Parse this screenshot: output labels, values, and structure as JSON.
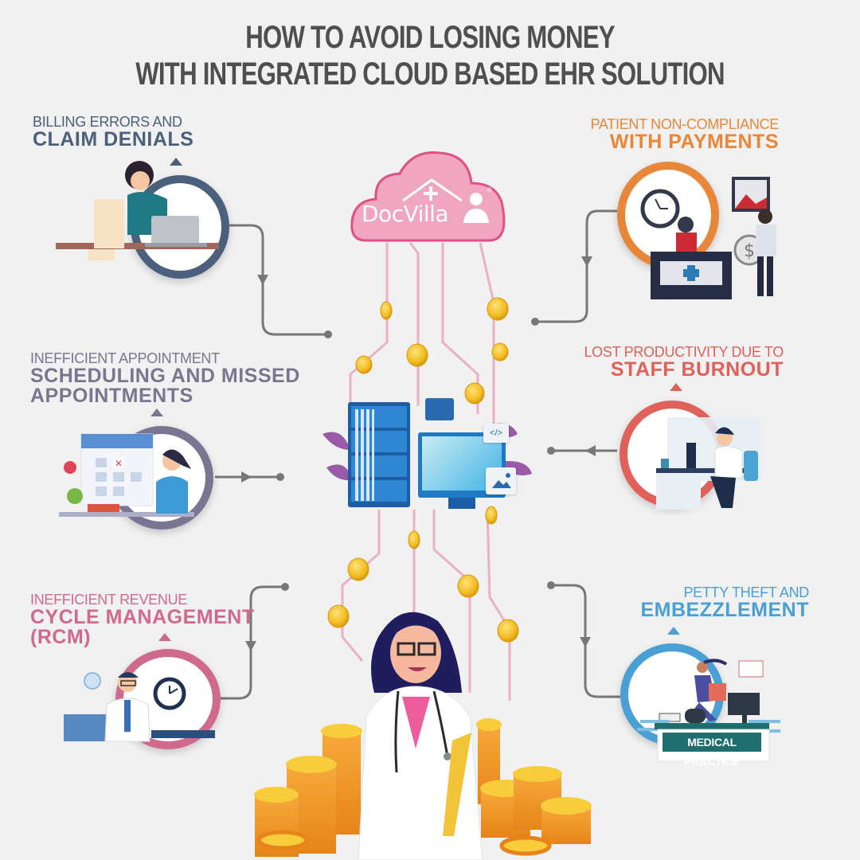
{
  "title": {
    "line1": "HOW TO AVOID LOSING MONEY",
    "line2": "WITH INTEGRATED CLOUD BASED EHR SOLUTION"
  },
  "logo": {
    "brand": "DocVilla",
    "registered": "®"
  },
  "sections": [
    {
      "id": "billing",
      "thin": "BILLING ERRORS AND",
      "bold": "CLAIM DENIALS",
      "color": "#4a607c",
      "icon": "stressed-man-with-bills-icon"
    },
    {
      "id": "payments",
      "thin": "PATIENT NON-COMPLIANCE",
      "bold": "WITH PAYMENTS",
      "color": "#e8873a",
      "icon": "reception-desk-payment-icon"
    },
    {
      "id": "scheduling",
      "thin": "INEFFICIENT APPOINTMENT",
      "bold1": "SCHEDULING AND MISSED",
      "bold2": "APPOINTMENTS",
      "color": "#7a7590",
      "icon": "calendar-scheduling-icon"
    },
    {
      "id": "burnout",
      "thin": "LOST PRODUCTIVITY  DUE TO",
      "bold": "STAFF BURNOUT",
      "color": "#e0605a",
      "icon": "doctor-at-desk-icon"
    },
    {
      "id": "rcm",
      "thin": "INEFFICIENT REVENUE",
      "bold1": "CYCLE MANAGEMENT",
      "bold2": "(RCM)",
      "color": "#cf6a8c",
      "icon": "doctor-with-clock-icon"
    },
    {
      "id": "theft",
      "thin": "PETTY THEFT AND",
      "bold": "EMBEZZLEMENT",
      "color": "#4aa0d5",
      "icon": "nurse-running-with-bag-icon",
      "sign": "MEDICAL PRACTICE"
    }
  ],
  "center": {
    "code_tag": "</>",
    "icons": [
      "server-rack-icon",
      "folder-icon",
      "monitor-icon",
      "code-icon",
      "image-icon"
    ]
  },
  "colors": {
    "background": "#f1f1f1",
    "title": "#4f4f4f",
    "cloud": "#f0a6bf",
    "cloud_border": "#e04f86",
    "circuit": "#eab1c3",
    "connector": "#777777",
    "coin": "#f5c22a",
    "server": "#1f6fb7"
  }
}
